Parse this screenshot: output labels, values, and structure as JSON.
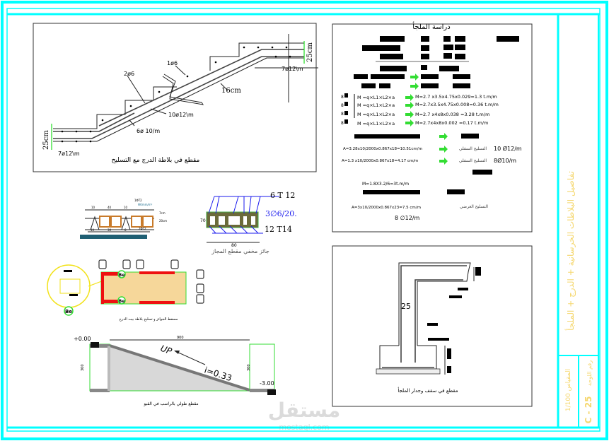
{
  "sheet": {
    "title": "تفاصيل البلاطات الخرسانية + الدرج + الملجأ",
    "scale_label": "المقياس 1/100",
    "sheet_no_label": "رقم اللوحة",
    "sheet_no": "C - 25",
    "frame_color": "#00ffff",
    "title_color": "#f5d76e"
  },
  "stair_section": {
    "caption": "مقطع في بلاطة الدرج مع التسليح",
    "labels": {
      "bar_2o6": "2ø6",
      "bar_1o6": "1ø6",
      "thickness": "16cm",
      "bar_10o12": "10ø12\\m",
      "bar_6o10": "6ø 10/m",
      "bar_7o12_left": "7ø12\\m",
      "bar_7o12_right": "7ø12\\m",
      "dim_25_left": "25cm",
      "dim_25_right": "25cm"
    }
  },
  "slab_section": {
    "top_dims": [
      "10",
      "40",
      "10"
    ],
    "bottom_dims": [
      "10",
      "30",
      "8"
    ],
    "note_top": "1ΦT2",
    "note_mesh": "Φ6mm/m²",
    "note_bottom": "2ΦT2",
    "side_top": "7cm",
    "side_bottom": "20cm"
  },
  "hidden_beam": {
    "top_bars": "6 T 12",
    "stirrups": "3∅6/20.",
    "bottom_bars": "12 T14",
    "height": "70",
    "width": "80",
    "caption": "جائز مخفي   مقطع المجاز"
  },
  "plan": {
    "caption": "مسقط الجوائز و تسليح بلاطة بيت الدرج",
    "tags": [
      "Be",
      "Be",
      "Be"
    ]
  },
  "ramp_section": {
    "level_top": "+0.00",
    "level_bottom": "-3.00",
    "length": "900",
    "height_left": "300",
    "height_right": "300",
    "up_label": "UP",
    "slope": "i=0.33",
    "caption": "مقطع طولي بالراسب في القبو"
  },
  "calc": {
    "title": "دراسة الملجأ",
    "moments": [
      {
        "tag": "8",
        "formula": "M =q×L1×L2×a",
        "result": "M=2.7 x3.5x4.75x0.029=1.3 t.m/m"
      },
      {
        "tag": "8",
        "formula": "M =q×L1×L2×a",
        "result": "M=2.7x3.5x4.75x0.008=0.36 t.m/m"
      },
      {
        "tag": "8",
        "formula": "M =q×L1×L2×a",
        "result": "M=2.7 x4x8x0.038 =3.28 t.m/m"
      },
      {
        "tag": "8",
        "formula": "M =q×L1×L2×a",
        "result": "M=2.7x4x8x0.002 =0.17 t.m/m"
      }
    ],
    "steel": [
      {
        "formula": "A=3.28x10/2000x0.867x18=10.51cm/m",
        "label": "التسليح السفلي",
        "bars": "10 Ø12/m"
      },
      {
        "formula": "A=1.3 x10/2000x0.867x18=4.17 cm/m",
        "label": "التسليح السفلي",
        "bars": "8Ø10/m"
      }
    ],
    "wall_moment": "M=1.8X3.2/6=3t.m/m",
    "wall_formula": "A=3x10/2000x0.867x23=7.5 cm/m",
    "wall_label": "التسليح العرضي",
    "wall_bars": "8 ∅12/m",
    "arrow_color": "#33dd33"
  },
  "shelter_section": {
    "wall_thickness": "25",
    "caption": "مقطع في سقف وجدار الملجأ"
  },
  "watermark": {
    "logo": "مستقل",
    "site": "mostaql.com"
  }
}
